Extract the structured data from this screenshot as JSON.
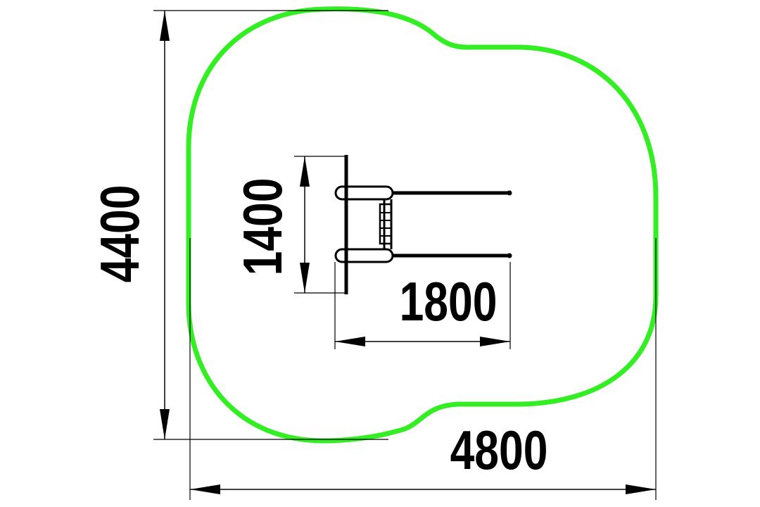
{
  "dimensions": {
    "overall_height": "4400",
    "overall_width": "4800",
    "equipment_height": "1400",
    "equipment_width": "1800"
  },
  "colors": {
    "boundary": "#33ee22",
    "lines": "#000000",
    "background": "#ffffff"
  }
}
